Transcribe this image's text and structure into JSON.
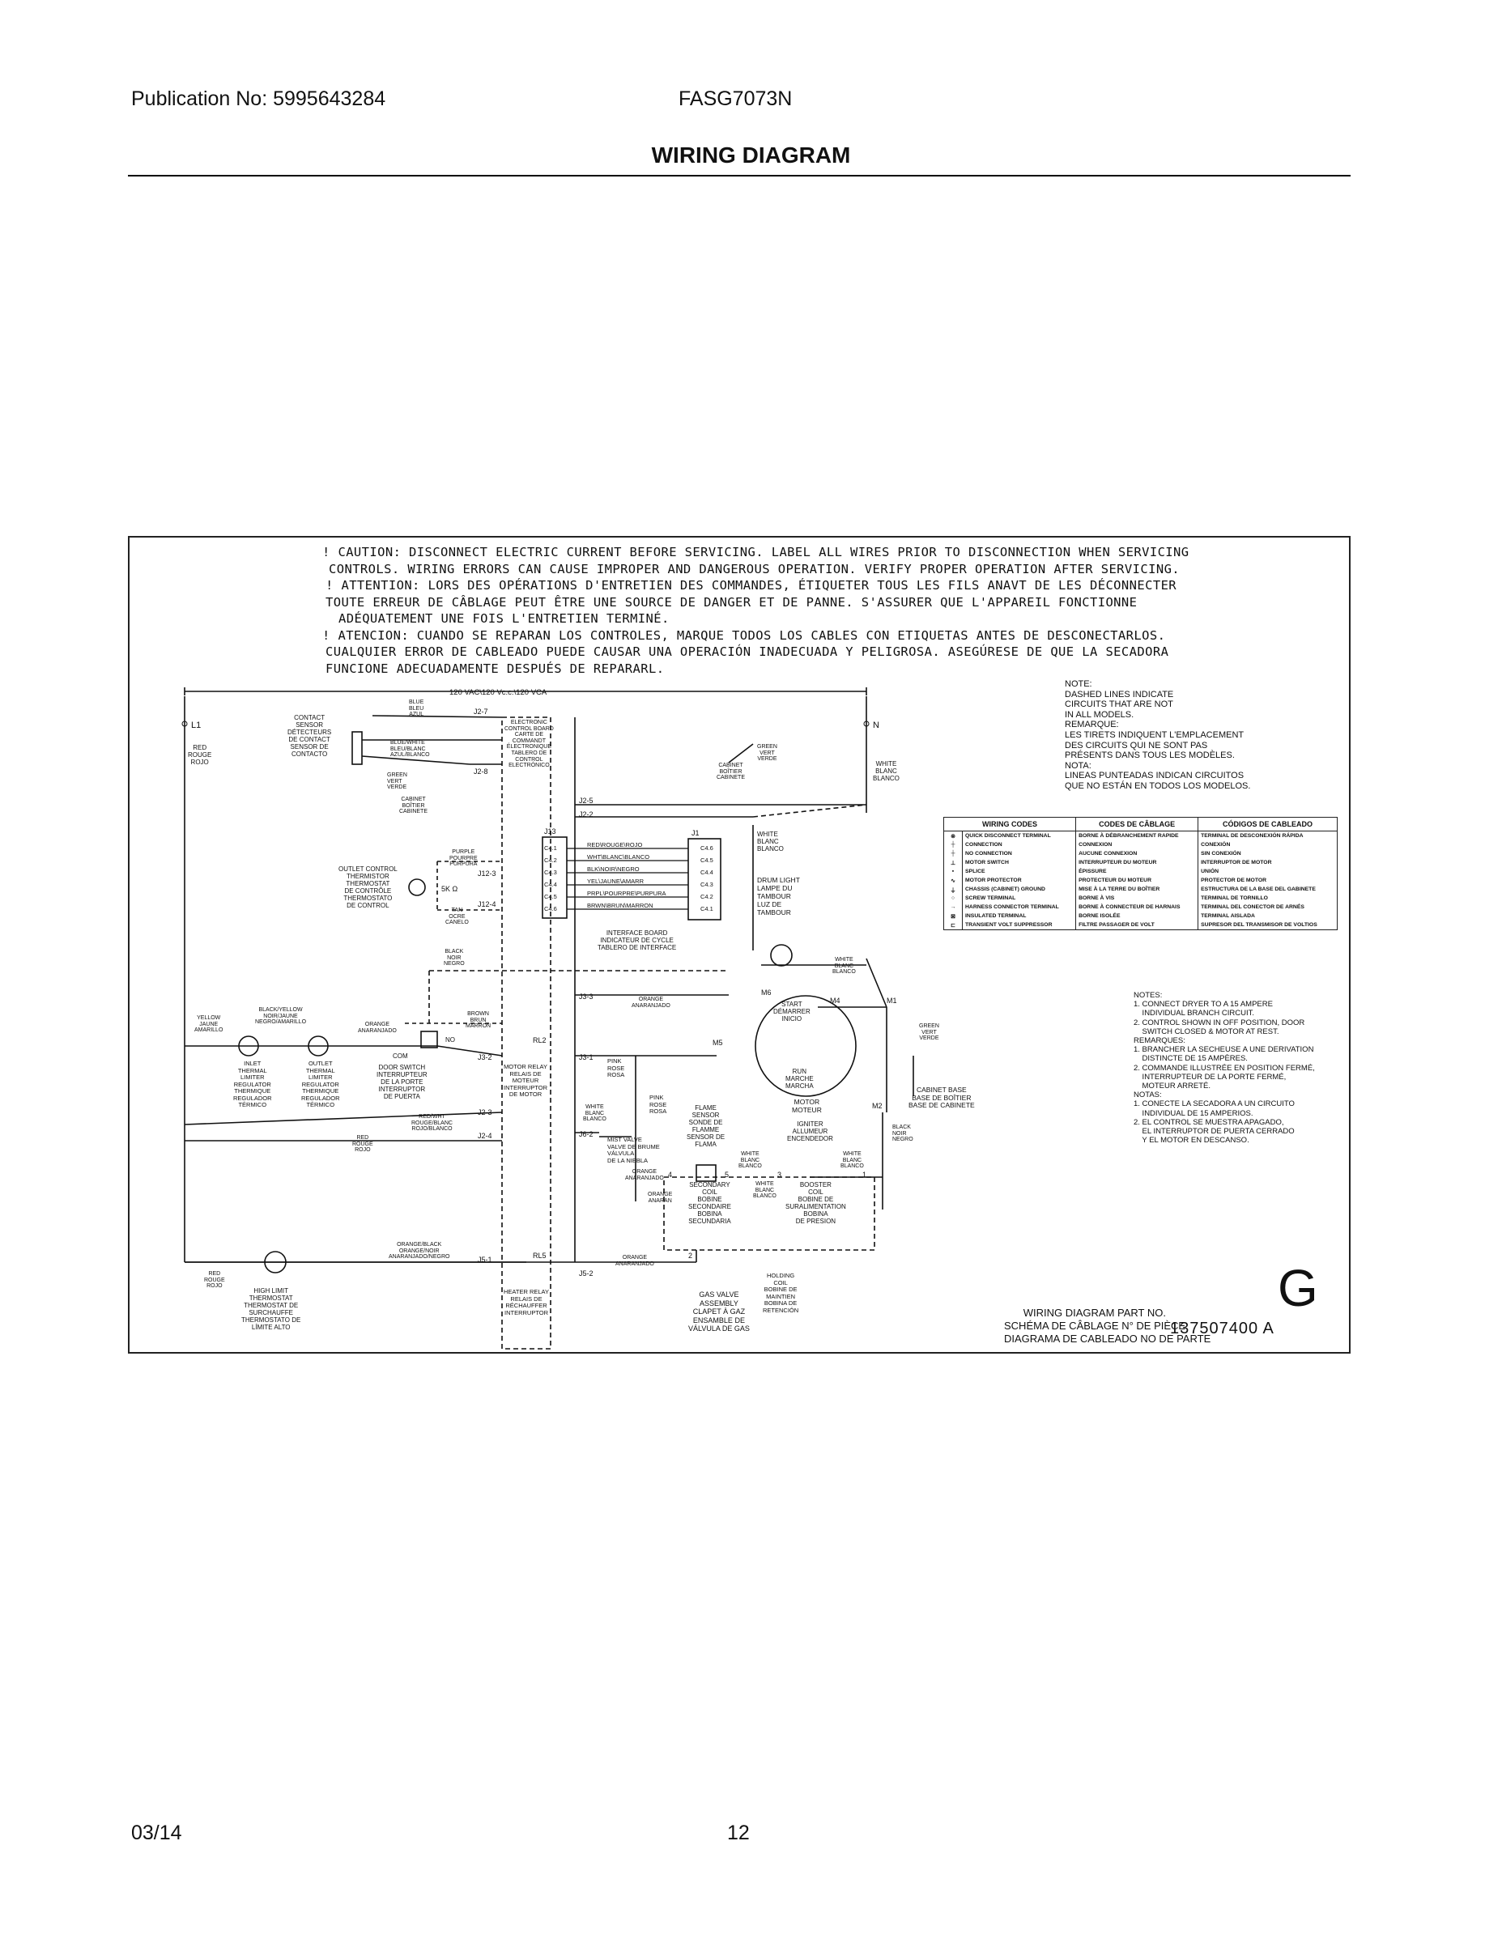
{
  "header": {
    "publication": "Publication No: 5995643284",
    "model": "FASG7073N",
    "title": "WIRING DIAGRAM"
  },
  "footer": {
    "date": "03/14",
    "page": "12"
  },
  "diagram": {
    "caution": [
      "! CAUTION: DISCONNECT ELECTRIC CURRENT BEFORE SERVICING. LABEL ALL WIRES PRIOR TO DISCONNECTION WHEN SERVICING",
      "CONTROLS. WIRING ERRORS CAN CAUSE IMPROPER AND DANGEROUS OPERATION. VERIFY PROPER OPERATION AFTER SERVICING.",
      "! ATTENTION: LORS DES OPÉRATIONS D'ENTRETIEN DES COMMANDES, ÉTIQUETER TOUS LES FILS ANAVT DE LES DÉCONNECTER",
      "TOUTE ERREUR DE CÂBLAGE PEUT ÊTRE UNE SOURCE DE DANGER ET DE PANNE. S'ASSURER QUE L'APPAREIL FONCTIONNE",
      "ADÉQUATEMENT UNE FOIS L'ENTRETIEN TERMINÉ.",
      "! ATENCION: CUANDO SE REPARAN LOS CONTROLES, MARQUE TODOS LOS CABLES CON ETIQUETAS ANTES DE DESCONECTARLOS.",
      "CUALQUIER ERROR DE CABLEADO PUEDE CAUSAR UNA OPERACIÓN INADECUADA Y PELIGROSA. ASEGÚRESE DE QUE LA SECADORA",
      "FUNCIONE ADECUADAMENTE DESPUÉS DE REPARARL."
    ],
    "voltage": "120 VAC\\120 Vc.c.\\120 VCA",
    "note_dashed": "NOTE:\nDASHED LINES INDICATE\nCIRCUITS THAT ARE NOT\nIN ALL MODELS.\nREMARQUE:\nLES TIRETS INDIQUENT L'EMPLACEMENT\nDES CIRCUITS QUI NE SONT PAS\nPRÉSENTS DANS TOUS LES MODÈLES.\nNOTA:\nLINEAS PUNTEADAS INDICAN CIRCUITOS\nQUE NO ESTÁN EN TODOS LOS MODELOS.",
    "notes_bottom": "NOTES:\n1. CONNECT DRYER TO A 15 AMPERE\n    INDIVIDUAL BRANCH CIRCUIT.\n2. CONTROL SHOWN IN OFF POSITION, DOOR\n    SWITCH CLOSED & MOTOR AT REST.\nREMARQUES:\n1. BRANCHER LA SECHEUSE A UNE DERIVATION\n    DISTINCTE DE 15 AMPÈRES.\n2. COMMANDE ILLUSTRÉE EN POSITION FERMÉ,\n    INTERRUPTEUR DE LA PORTE FERMÉ,\n    MOTEUR ARRETÉ.\nNOTAS:\n1. CONECTE LA SECADORA A UN CIRCUITO\n    INDIVIDUAL DE 15 AMPERIOS.\n2. EL CONTROL SE MUESTRA APAGADO,\n    EL INTERRUPTOR DE PUERTA CERRADO\n    Y EL MOTOR EN DESCANSO.",
    "codes_headers": [
      "WIRING CODES",
      "CODES DE CÂBLAGE",
      "CÓDIGOS DE CABLEADO"
    ],
    "codes_rows": [
      [
        "⊗",
        "QUICK DISCONNECT TERMINAL",
        "BORNE À DÉBRANCHEMENT RAPIDE",
        "TERMINAL DE DESCONEXIÓN RÁPIDA"
      ],
      [
        "┼",
        "CONNECTION",
        "CONNEXION",
        "CONEXIÓN"
      ],
      [
        "┼",
        "NO CONNECTION",
        "AUCUNE CONNEXION",
        "SIN CONEXIÓN"
      ],
      [
        "⊥",
        "MOTOR SWITCH",
        "INTERRUPTEUR DU MOTEUR",
        "INTERRUPTOR DE MOTOR"
      ],
      [
        "▪",
        "SPLICE",
        "ÉPISSURE",
        "UNIÓN"
      ],
      [
        "∿",
        "MOTOR PROTECTOR",
        "PROTECTEUR DU MOTEUR",
        "PROTECTOR DE MOTOR"
      ],
      [
        "⏚",
        "CHASSIS (CABINET) GROUND",
        "MISE À LA TERRE DU BOÎTIER",
        "ESTRUCTURA DE LA BASE DEL GABINETE"
      ],
      [
        "○",
        "SCREW TERMINAL",
        "BORNE À VIS",
        "TERMINAL DE TORNILLO"
      ],
      [
        "→",
        "HARNESS CONNECTOR TERMINAL",
        "BORNE À CONNECTEUR DE HARNAIS",
        "TERMINAL DEL CONECTOR DE ARNÉS"
      ],
      [
        "⊠",
        "INSULATED TERMINAL",
        "BORNE ISOLÉE",
        "TERMINAL AISLADA"
      ],
      [
        "⊏",
        "TRANSIENT VOLT SUPPRESSOR",
        "FILTRE PASSAGER DE VOLT",
        "SUPRESOR DEL TRANSMISOR DE VOLTIOS"
      ]
    ],
    "part_label": "WIRING DIAGRAM PART NO.\nSCHÉMA DE CÂBLAGE N° DE PIÈCE\nDIAGRAMA DE CABLEADO NO DE PARTE",
    "part_number": "137507400  A",
    "revision": "G",
    "labels": {
      "L1": "L1",
      "N": "N",
      "red_l1": "RED\nROUGE\nROJO",
      "white_n": "WHITE\nBLANC\nBLANCO",
      "contact_sensor": "CONTACT\nSENSOR\nDÉTECTEURS\nDE CONTACT\nSENSOR DE\nCONTACTO",
      "blue": "BLUE\nBLEU\nAZUL",
      "blue_white": "BLUE/WHITE\nBLEU/BLANC\nAZUL/BLANCO",
      "green_cs": "GREEN\nVERT\nVERDE",
      "cabinet_cs": "CABINET\nBOÎTIER\nCABINETE",
      "ecb": "ELECTRONIC\nCONTROL BOARD\nCARTE DE\nCOMMANDT\nÉLECTRONIQUE\nTABLERO DE\nCONTROL\nELECTRÓNICO",
      "j2_7": "J2-7",
      "j2_8": "J2-8",
      "j2_5": "J2-5",
      "j2_2": "J2-2",
      "j12_3": "J12-3",
      "j12_4": "J12-4",
      "j3_3": "J3-3",
      "j3_2": "J3-2",
      "j3_1": "J3-1",
      "j2_3": "J2-3",
      "j2_4": "J2-4",
      "j6_2": "J6-2",
      "j5_1": "J5-1",
      "j5_2": "J5-2",
      "j13": "J13",
      "j1": "J1",
      "green_cab": "GREEN\nVERT\nVERDE",
      "cabinet_top": "CABINET\nBOÎTIER\nCABINETE",
      "purple": "PURPLE\nPOURPRE\nPURPURA",
      "tan": "TAN\nOCRE\nCANELO",
      "outlet_control": "OUTLET CONTROL\nTHERMISTOR\nTHERMOSTAT\nDE CONTRÔLE\nTHERMOSTATO\nDE CONTROL",
      "fivek": "5K Ω",
      "harness": [
        "RED\\ROUGE\\ROJO",
        "WHT\\BLANC\\BLANCO",
        "BLK\\NOIR\\NEGRO",
        "YEL\\JAUNE\\AMARR",
        "PRPL\\POURPRE\\PURPURA",
        "BRWN\\BRUN\\MARRON"
      ],
      "j13_pins": [
        "C4.1",
        "C4.2",
        "C4.3",
        "C4.4",
        "C4.5",
        "C4.6"
      ],
      "j1_pins": [
        "C4.6",
        "C4.5",
        "C4.4",
        "C4.3",
        "C4.2",
        "C4.1"
      ],
      "white_drum": "WHITE\nBLANC\nBLANCO",
      "drum_light": "DRUM LIGHT\nLAMPE DU\nTAMBOUR\nLUZ DE\nTAMBOUR",
      "interface": "INTERFACE BOARD\nINDICATEUR DE CYCLE\nTABLERO DE INTERFACE",
      "black_noir": "BLACK\nNOIR\nNEGRO",
      "white_motor": "WHITE\nBLANC\nBLANCO",
      "yellow": "YELLOW\nJAUNE\nAMARILLO",
      "black_yellow": "BLACK/YELLOW\nNOIR/JAUNE\nNEGRO/AMARILLO",
      "orange_l": "ORANGE\nANARANJADO",
      "brown": "BROWN\nBRUN\nMARRON",
      "orange_mid": "ORANGE\nANARANJADO",
      "inlet": "INLET\nTHERMAL\nLIMITER\nREGULATOR\nTHERMIQUE\nREGULADOR\nTÉRMICO",
      "outlet": "OUTLET\nTHERMAL\nLIMITER\nREGULATOR\nTHERMIQUE\nREGULADOR\nTÉRMICO",
      "com": "COM",
      "no": "NO",
      "door_switch": "DOOR SWITCH\nINTERRUPTEUR\nDE LA PORTE\nINTERRUPTOR\nDE PUERTA",
      "rl2": "RL2",
      "motor_relay": "MOTOR RELAY\nRELAIS DE\nMOTEUR\nINTERRUPTOR\nDE MOTOR",
      "pink": "PINK\nROSE\nROSA",
      "pink2": "PINK\nROSE\nROSA",
      "m6": "M6",
      "m4": "M4",
      "m1": "M1",
      "m5": "M5",
      "m2": "M2",
      "start": "START\nDÉMARRER\nINICIO",
      "run": "RUN\nMARCHE\nMARCHA",
      "motor": "MOTOR\nMOTEUR",
      "green_motor": "GREEN\nVERT\nVERDE",
      "cabinet_base": "CABINET BASE\nBASE DE BOÎTIER\nBASE DE CABINETE",
      "black_motor": "BLACK\nNOIR\nNEGRO",
      "red_wht": "RED/WHT\nROUGE/BLANC\nROJO/BLANCO",
      "red_rouge2": "RED\nROUGE\nROJO",
      "white_mist": "WHITE\nBLANC\nBLANCO",
      "mist_valve": "MIST VALVE\nVALVE DE BRUME\nVÁLVULA\nDE LA NIEBLA",
      "flame_sensor": "FLAME\nSENSOR\nSONDE DE\nFLAMME\nSENSOR DE\nFLAMA",
      "igniter": "IGNITER\nALLUMEUR\nENCENDEDOR",
      "white_fs": "WHITE\nBLANC\nBLANCO",
      "white_ig": "WHITE\nBLANC\nBLANCO",
      "orange_fs": "ORANGE\nANARANJADO",
      "orange_gv": "ORANGE\nANARAN",
      "secondary": "SECONDARY\nCOIL\nBOBINE\nSECONDAIRE\nBOBINA\nSECUNDARIA",
      "booster": "BOOSTER\nCOIL\nBOBINE DE\nSURALIMENTATION\nBOBINA\nDE PRESION",
      "white_bc": "WHITE\nBLANC\nBLANCO",
      "holding": "HOLDING\nCOIL\nBOBINE DE\nMAINTIEN\nBOBINA DE\nRETENCIÓN",
      "gas_valve": "GAS VALVE\nASSEMBLY\nCLAPET À GAZ\nENSAMBLE DE\nVÁLVULA DE GAS",
      "orange_black": "ORANGE/BLACK\nORANGE/NOIR\nANARANJADO/NEGRO",
      "rl5": "RL5",
      "orange_bot": "ORANGE\nANARANJADO",
      "heater_relay": "HEATER RELAY\nRELAIS DE\nRÉCHAUFFER\nINTERRUPTOR",
      "red_bot": "RED\nROUGE\nROJO",
      "high_limit": "HIGH LIMIT\nTHERMOSTAT\nTHERMOSTAT DE\nSURCHAUFFE\nTHERMOSTATO DE\nLÍMITE ALTO",
      "t1": "1",
      "t2": "2",
      "t3": "3",
      "t4": "4",
      "t5": "5"
    }
  }
}
